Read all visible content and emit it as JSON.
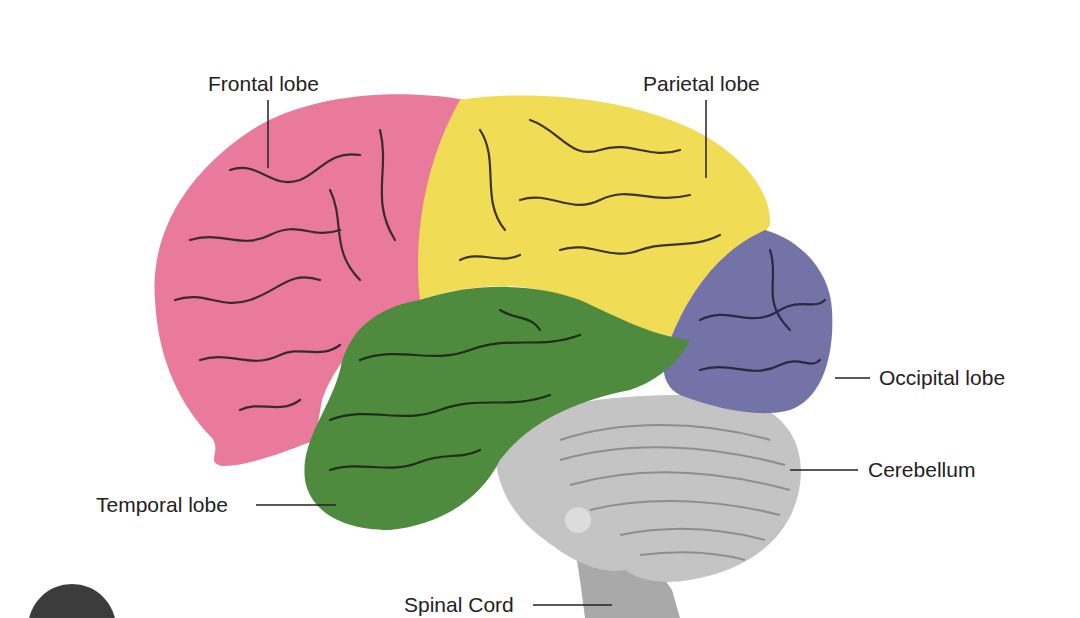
{
  "diagram": {
    "labels": [
      "Frontal lobe",
      "Parietal lobe",
      "Occipital lobe",
      "Cerebellum",
      "Temporal lobe",
      "Spinal Cord"
    ]
  }
}
